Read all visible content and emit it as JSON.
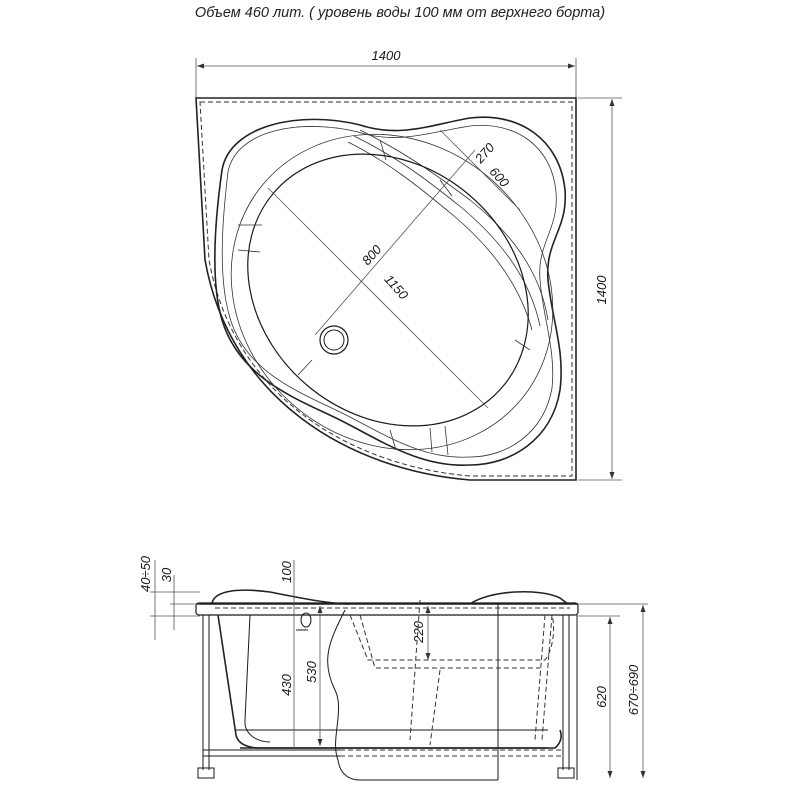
{
  "title": "Объем 460 лит. ( уровень воды 100 мм от верхнего борта)",
  "top_view": {
    "width_dim": "1400",
    "height_dim": "1400",
    "seat_depth_dim": "270",
    "seat_length_dim": "600",
    "basin_width_dim": "800",
    "basin_length_dim": "1150",
    "drain_icon": "drain-icon"
  },
  "side_view": {
    "rim_height_dim": "40÷50",
    "rim_thickness_dim": "30",
    "overflow_dim": "100",
    "depth_dim_430": "430",
    "depth_dim_530": "530",
    "seat_depth_dim": "220",
    "frame_height_dim": "620",
    "total_height_dim": "670÷690"
  },
  "colors": {
    "line": "#1a1a1a",
    "background": "#ffffff"
  }
}
